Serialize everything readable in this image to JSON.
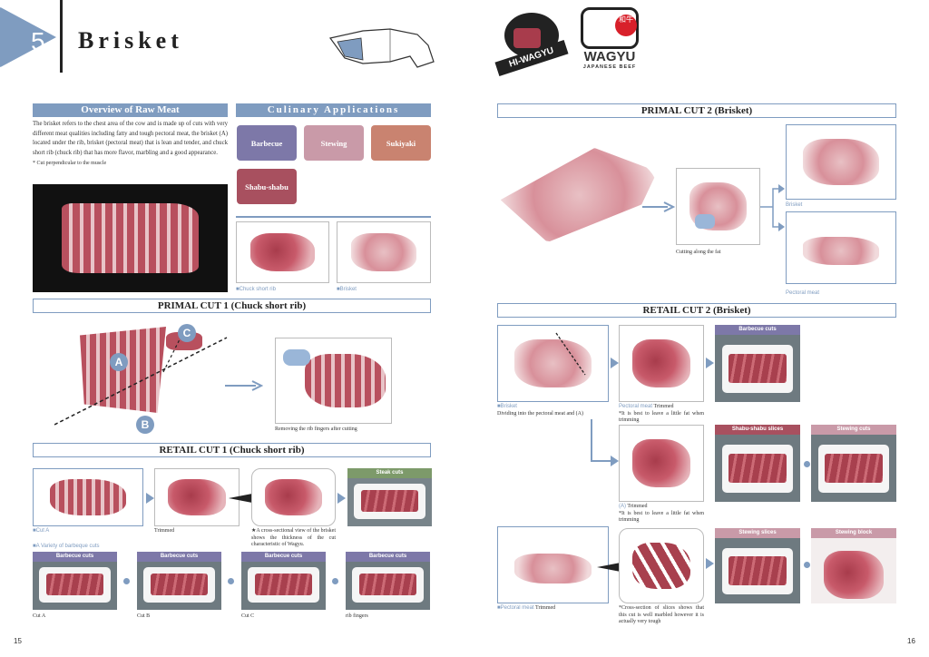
{
  "header": {
    "section_number": "5",
    "title": "Brisket",
    "logo1_text": "HI-WAGYU",
    "logo2_text": "WAGYU",
    "logo2_sub": "JAPANESE BEEF",
    "logo2_kanji": "和牛"
  },
  "left": {
    "overview": {
      "heading": "Overview of Raw Meat",
      "text": "The brisket refers to the chest area of the cow and is made up of cuts with very different meat qualities including fatty and tough pectoral meat, the brisket (A) located under the rib, brisket (pectoral meat) that is lean and tender, and chuck short rib (chuck rib) that has more flavor, marbling and a good appearance.",
      "note": "* Cut perpendicular to the muscle"
    },
    "culinary": {
      "heading": "Culinary Applications",
      "items": [
        {
          "label": "Barbecue",
          "color": "#7d78a8"
        },
        {
          "label": "Stewing",
          "color": "#c99aa8"
        },
        {
          "label": "Sukiyaki",
          "color": "#c98370"
        },
        {
          "label": "Shabu-shabu",
          "color": "#a8505f"
        }
      ],
      "photo_labels": [
        "■Chuck short rib",
        "■Brisket"
      ]
    },
    "primal1": {
      "heading": "PRIMAL CUT 1 (Chuck short rib)",
      "markers": [
        "A",
        "B",
        "C"
      ],
      "caption": "Removing the rib fingers after cutting"
    },
    "retail1": {
      "heading": "RETAIL CUT 1 (Chuck short rib)",
      "cut_a": "■Cut A",
      "trimmed": "Trimmed",
      "note": "★A cross-sectional view of the brisket shows the thickness of the cut characteristic of Wagyu.",
      "steak": "Steak cuts",
      "variety": "■A Variety of barbeque cuts",
      "bbq": [
        {
          "cap": "Barbecue cuts",
          "label": "Cut A"
        },
        {
          "cap": "Barbecue cuts",
          "label": "Cut B"
        },
        {
          "cap": "Barbecue cuts",
          "label": "Cut C"
        },
        {
          "cap": "Barbecue cuts",
          "label": "rib fingers"
        }
      ]
    },
    "page": "15"
  },
  "right": {
    "primal2": {
      "heading": "PRIMAL CUT 2 (Brisket)",
      "caption": "Cutting along the fat",
      "brisket": "Brisket",
      "pectoral": "Pectoral meat"
    },
    "retail2": {
      "heading": "RETAIL CUT 2 (Brisket)",
      "brisket_label": "■Brisket",
      "brisket_caption": "Dividing into the pectoral meat and (A)",
      "pectoral_label": "Pectoral meat",
      "pectoral_trim": "Trimmed",
      "pectoral_note": "*It is best to leave a little fat when trimming",
      "a_label": "(A)",
      "a_trim": "Trimmed",
      "a_note": "*It is best to leave a little fat when trimming",
      "bbq": "Barbecue cuts",
      "shabu": "Shabu-shabu slices",
      "stew_cuts": "Stewing cuts",
      "stew_slices": "Stewing slices",
      "stew_block": "Stewing block",
      "pect2_label": "■Pectoral meat",
      "pect2_trim": "Trimmed",
      "cross_note": "*Cross-section of slices shows that this cut is well marbled however it is actually very tough"
    },
    "page": "16"
  },
  "colors": {
    "accent": "#7f9cc0",
    "bbq": "#7d78a8",
    "shabu": "#a8505f",
    "stewing": "#c99aa8",
    "steak": "#7d9a6a"
  }
}
